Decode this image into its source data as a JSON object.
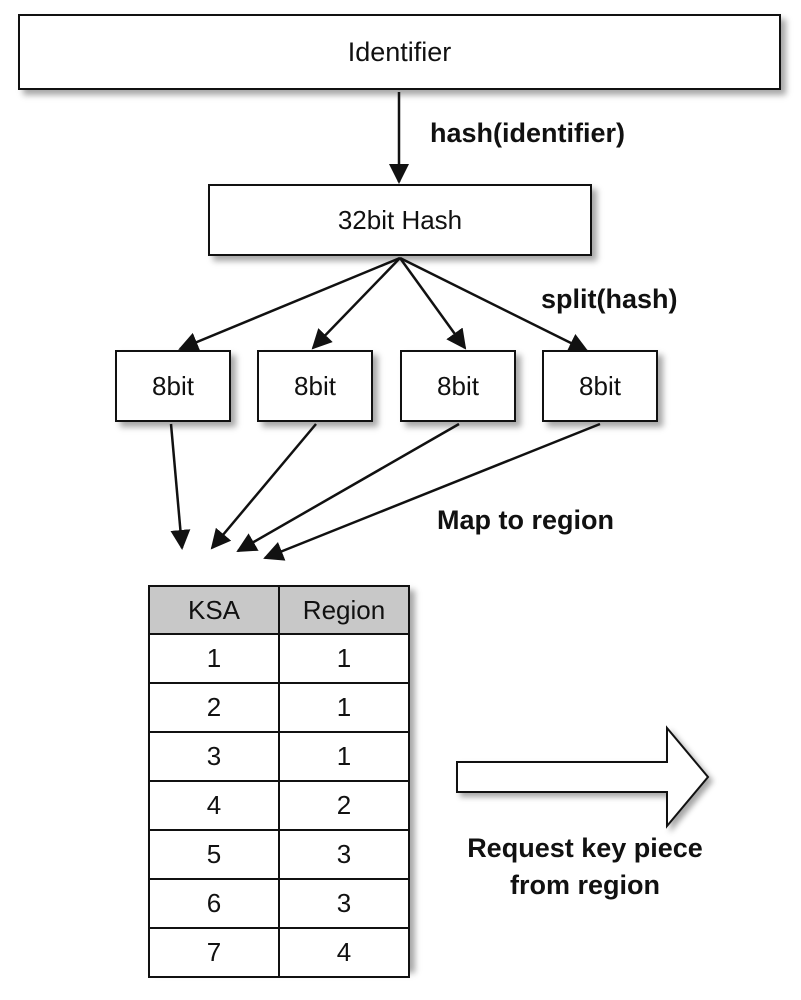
{
  "identifier_label": "Identifier",
  "hash_step_label": "hash(identifier)",
  "hash_box_label": "32bit Hash",
  "split_label": "split(hash)",
  "bit_boxes": [
    "8bit",
    "8bit",
    "8bit",
    "8bit"
  ],
  "map_label": "Map to region",
  "table": {
    "headers": [
      "KSA",
      "Region"
    ],
    "rows": [
      [
        "1",
        "1"
      ],
      [
        "2",
        "1"
      ],
      [
        "3",
        "1"
      ],
      [
        "4",
        "2"
      ],
      [
        "5",
        "3"
      ],
      [
        "6",
        "3"
      ],
      [
        "7",
        "4"
      ]
    ]
  },
  "request_label": "Request key piece from region"
}
